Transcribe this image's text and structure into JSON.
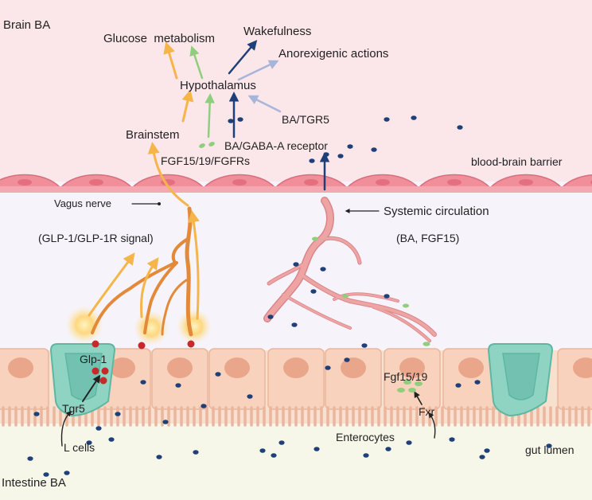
{
  "labels": {
    "brain_ba": "Brain BA",
    "glucose_metabolism": "Glucose  metabolism",
    "wakefulness": "Wakefulness",
    "anorexigenic": "Anorexigenic actions",
    "hypothalamus": "Hypothalamus",
    "brainstem": "Brainstem",
    "ba_tgr5": "BA/TGR5",
    "ba_gaba": "BA/GABA-A receptor",
    "fgf_fgfrs": "FGF15/19/FGFRs",
    "bbb": "blood-brain barrier",
    "vagus_nerve": "Vagus nerve",
    "systemic_circulation": "Systemic circulation",
    "glp_signal": "(GLP-1/GLP-1R signal)",
    "ba_fgf15": "(BA, FGF15)",
    "glp1": "Glp-1",
    "tgr5": "Tgr5",
    "l_cells": "L cells",
    "fgf15_19": "Fgf15/19",
    "fxr": "Fxr",
    "enterocytes": "Enterocytes",
    "gut_lumen": "gut lumen",
    "intestine_ba": "Intestine BA"
  },
  "colors": {
    "brain_bg": "#fbe6e9",
    "middle_bg": "#f6f3fb",
    "lumen_bg": "#f6f7e8",
    "endothelial": "#f08e9a",
    "enterocyte": "#f8d2bc",
    "nucleus": "#e9a68b",
    "l_cell": "#8fd3c3",
    "nerve": "#e38a3a",
    "vessel": "#efa4a4",
    "bile_acid": "#1f3f78",
    "fgf": "#8fce7c",
    "glp1_dot": "#c7282a",
    "arrow_orange": "#f5b54a",
    "arrow_green": "#8fce7c",
    "arrow_navy": "#1f3f78",
    "arrow_lavender": "#a8b5da"
  }
}
